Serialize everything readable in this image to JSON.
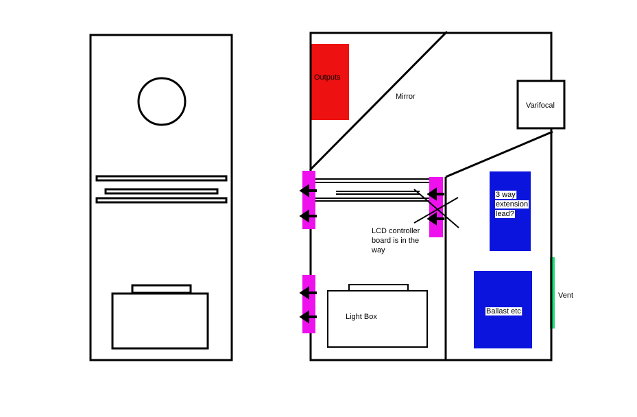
{
  "labels": {
    "outputs": "Outputs",
    "mirror": "Mirror",
    "varifocal": "Varifocal",
    "extension_line1": "3 way",
    "extension_line2": "extension",
    "extension_line3": "lead?",
    "lcd_line1": "LCD controller",
    "lcd_line2": "board is in the",
    "lcd_line3": "way",
    "light_box": "Light Box",
    "ballast": "Ballast etc",
    "vent": "Vent"
  },
  "colors": {
    "outline": "#000000",
    "outputs": "#ee1111",
    "fan": "#ee11ee",
    "blue_box": "#0a14dd",
    "vent": "#22dd77"
  }
}
